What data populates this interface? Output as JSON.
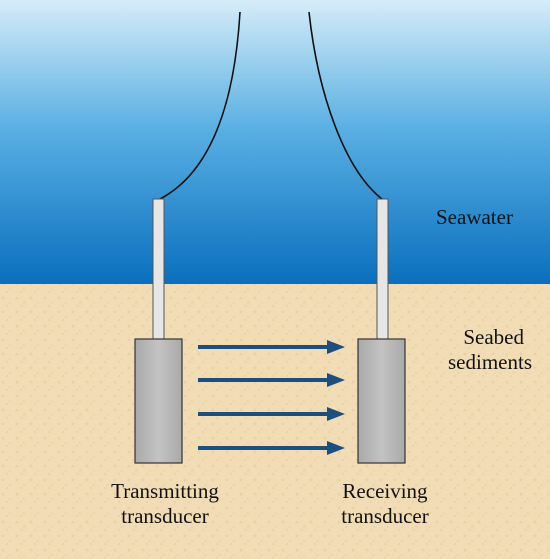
{
  "labels": {
    "seawater": "Seawater",
    "seabed_line1": "Seabed",
    "seabed_line2": "sediments",
    "transmitting_line1": "Transmitting",
    "transmitting_line2": "transducer",
    "receiving_line1": "Receiving",
    "receiving_line2": "transducer"
  },
  "colors": {
    "water_top": "#d6ecf8",
    "water_bottom": "#0a6fbe",
    "sediment": "#f1dcb5",
    "sediment_speckle": "#e2c596",
    "transducer_fill": "#b8b8b8",
    "rod_fill": "#e6e6e6",
    "arrow": "#1c4f7d",
    "cable": "#111111"
  },
  "icons": {
    "arrow": "right-arrow-icon"
  }
}
